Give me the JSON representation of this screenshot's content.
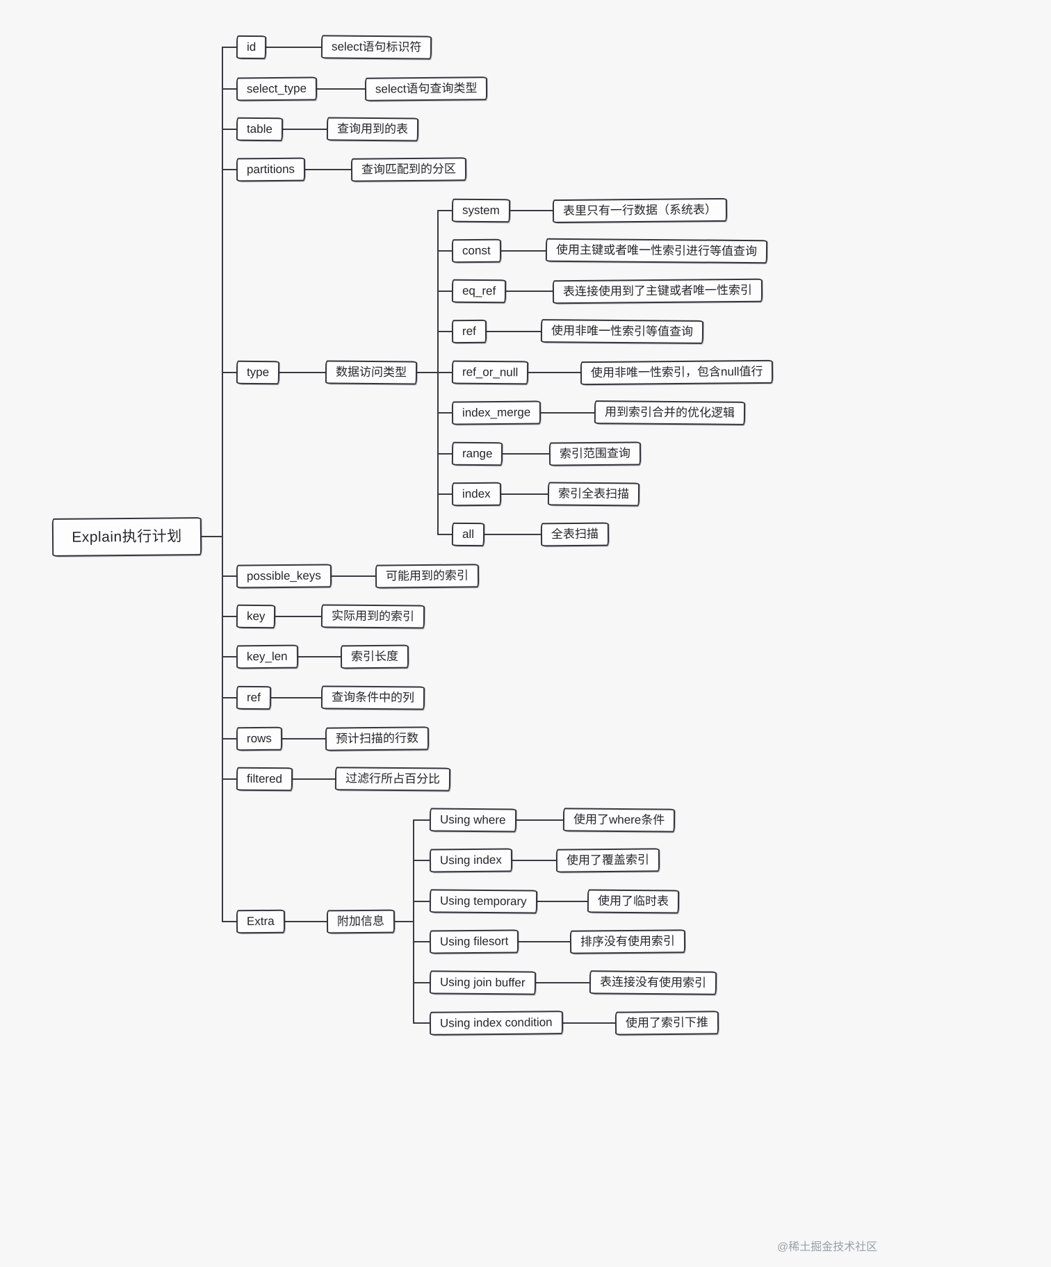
{
  "root": {
    "label": "Explain执行计划"
  },
  "fields": [
    {
      "name": "id",
      "desc": "select语句标识符"
    },
    {
      "name": "select_type",
      "desc": "select语句查询类型"
    },
    {
      "name": "table",
      "desc": "查询用到的表"
    },
    {
      "name": "partitions",
      "desc": "查询匹配到的分区"
    },
    {
      "name": "type",
      "desc": "数据访问类型",
      "children": [
        {
          "name": "system",
          "desc": "表里只有一行数据（系统表）"
        },
        {
          "name": "const",
          "desc": "使用主键或者唯一性索引进行等值查询"
        },
        {
          "name": "eq_ref",
          "desc": "表连接使用到了主键或者唯一性索引"
        },
        {
          "name": "ref",
          "desc": "使用非唯一性索引等值查询"
        },
        {
          "name": "ref_or_null",
          "desc": "使用非唯一性索引，包含null值行"
        },
        {
          "name": "index_merge",
          "desc": "用到索引合并的优化逻辑"
        },
        {
          "name": "range",
          "desc": "索引范围查询"
        },
        {
          "name": "index",
          "desc": "索引全表扫描"
        },
        {
          "name": "all",
          "desc": "全表扫描"
        }
      ]
    },
    {
      "name": "possible_keys",
      "desc": "可能用到的索引"
    },
    {
      "name": "key",
      "desc": "实际用到的索引"
    },
    {
      "name": "key_len",
      "desc": "索引长度"
    },
    {
      "name": "ref",
      "desc": "查询条件中的列"
    },
    {
      "name": "rows",
      "desc": "预计扫描的行数"
    },
    {
      "name": "filtered",
      "desc": "过滤行所占百分比"
    },
    {
      "name": "Extra",
      "desc": "附加信息",
      "children": [
        {
          "name": "Using where",
          "desc": "使用了where条件"
        },
        {
          "name": "Using index",
          "desc": "使用了覆盖索引"
        },
        {
          "name": "Using temporary",
          "desc": "使用了临时表"
        },
        {
          "name": "Using filesort",
          "desc": "排序没有使用索引"
        },
        {
          "name": "Using join buffer",
          "desc": "表连接没有使用索引"
        },
        {
          "name": "Using index condition",
          "desc": "使用了索引下推"
        }
      ]
    }
  ],
  "watermark": "@稀土掘金技术社区",
  "colors": {
    "background": "#f7f7f8",
    "line": "#3a3b40",
    "box_border": "#34353b",
    "text": "#26262b",
    "watermark": "#9aa0a6"
  }
}
